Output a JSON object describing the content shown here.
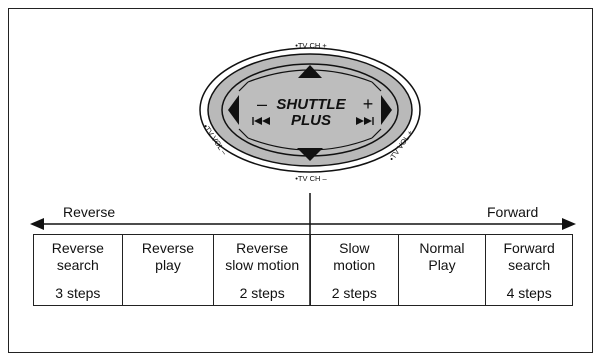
{
  "shuttle": {
    "title_line1": "SHUTTLE",
    "title_line2": "PLUS",
    "minus": "–",
    "plus": "+",
    "tv_ch_plus": "•TV CH +",
    "tv_ch_minus": "•TV CH –",
    "tv_vol_minus": "•TV VOL –",
    "tv_vol_plus": "•TV VOL +"
  },
  "direction": {
    "reverse": "Reverse",
    "forward": "Forward"
  },
  "table": {
    "cells": [
      {
        "line1": "Reverse",
        "line2": "search",
        "steps": "3 steps"
      },
      {
        "line1": "Reverse",
        "line2": "play",
        "steps": ""
      },
      {
        "line1": "Reverse",
        "line2": "slow motion",
        "steps": "2 steps"
      },
      {
        "line1": "Slow",
        "line2": "motion",
        "steps": "2 steps"
      },
      {
        "line1": "Normal",
        "line2": "Play",
        "steps": ""
      },
      {
        "line1": "Forward",
        "line2": "search",
        "steps": "4 steps"
      }
    ]
  }
}
